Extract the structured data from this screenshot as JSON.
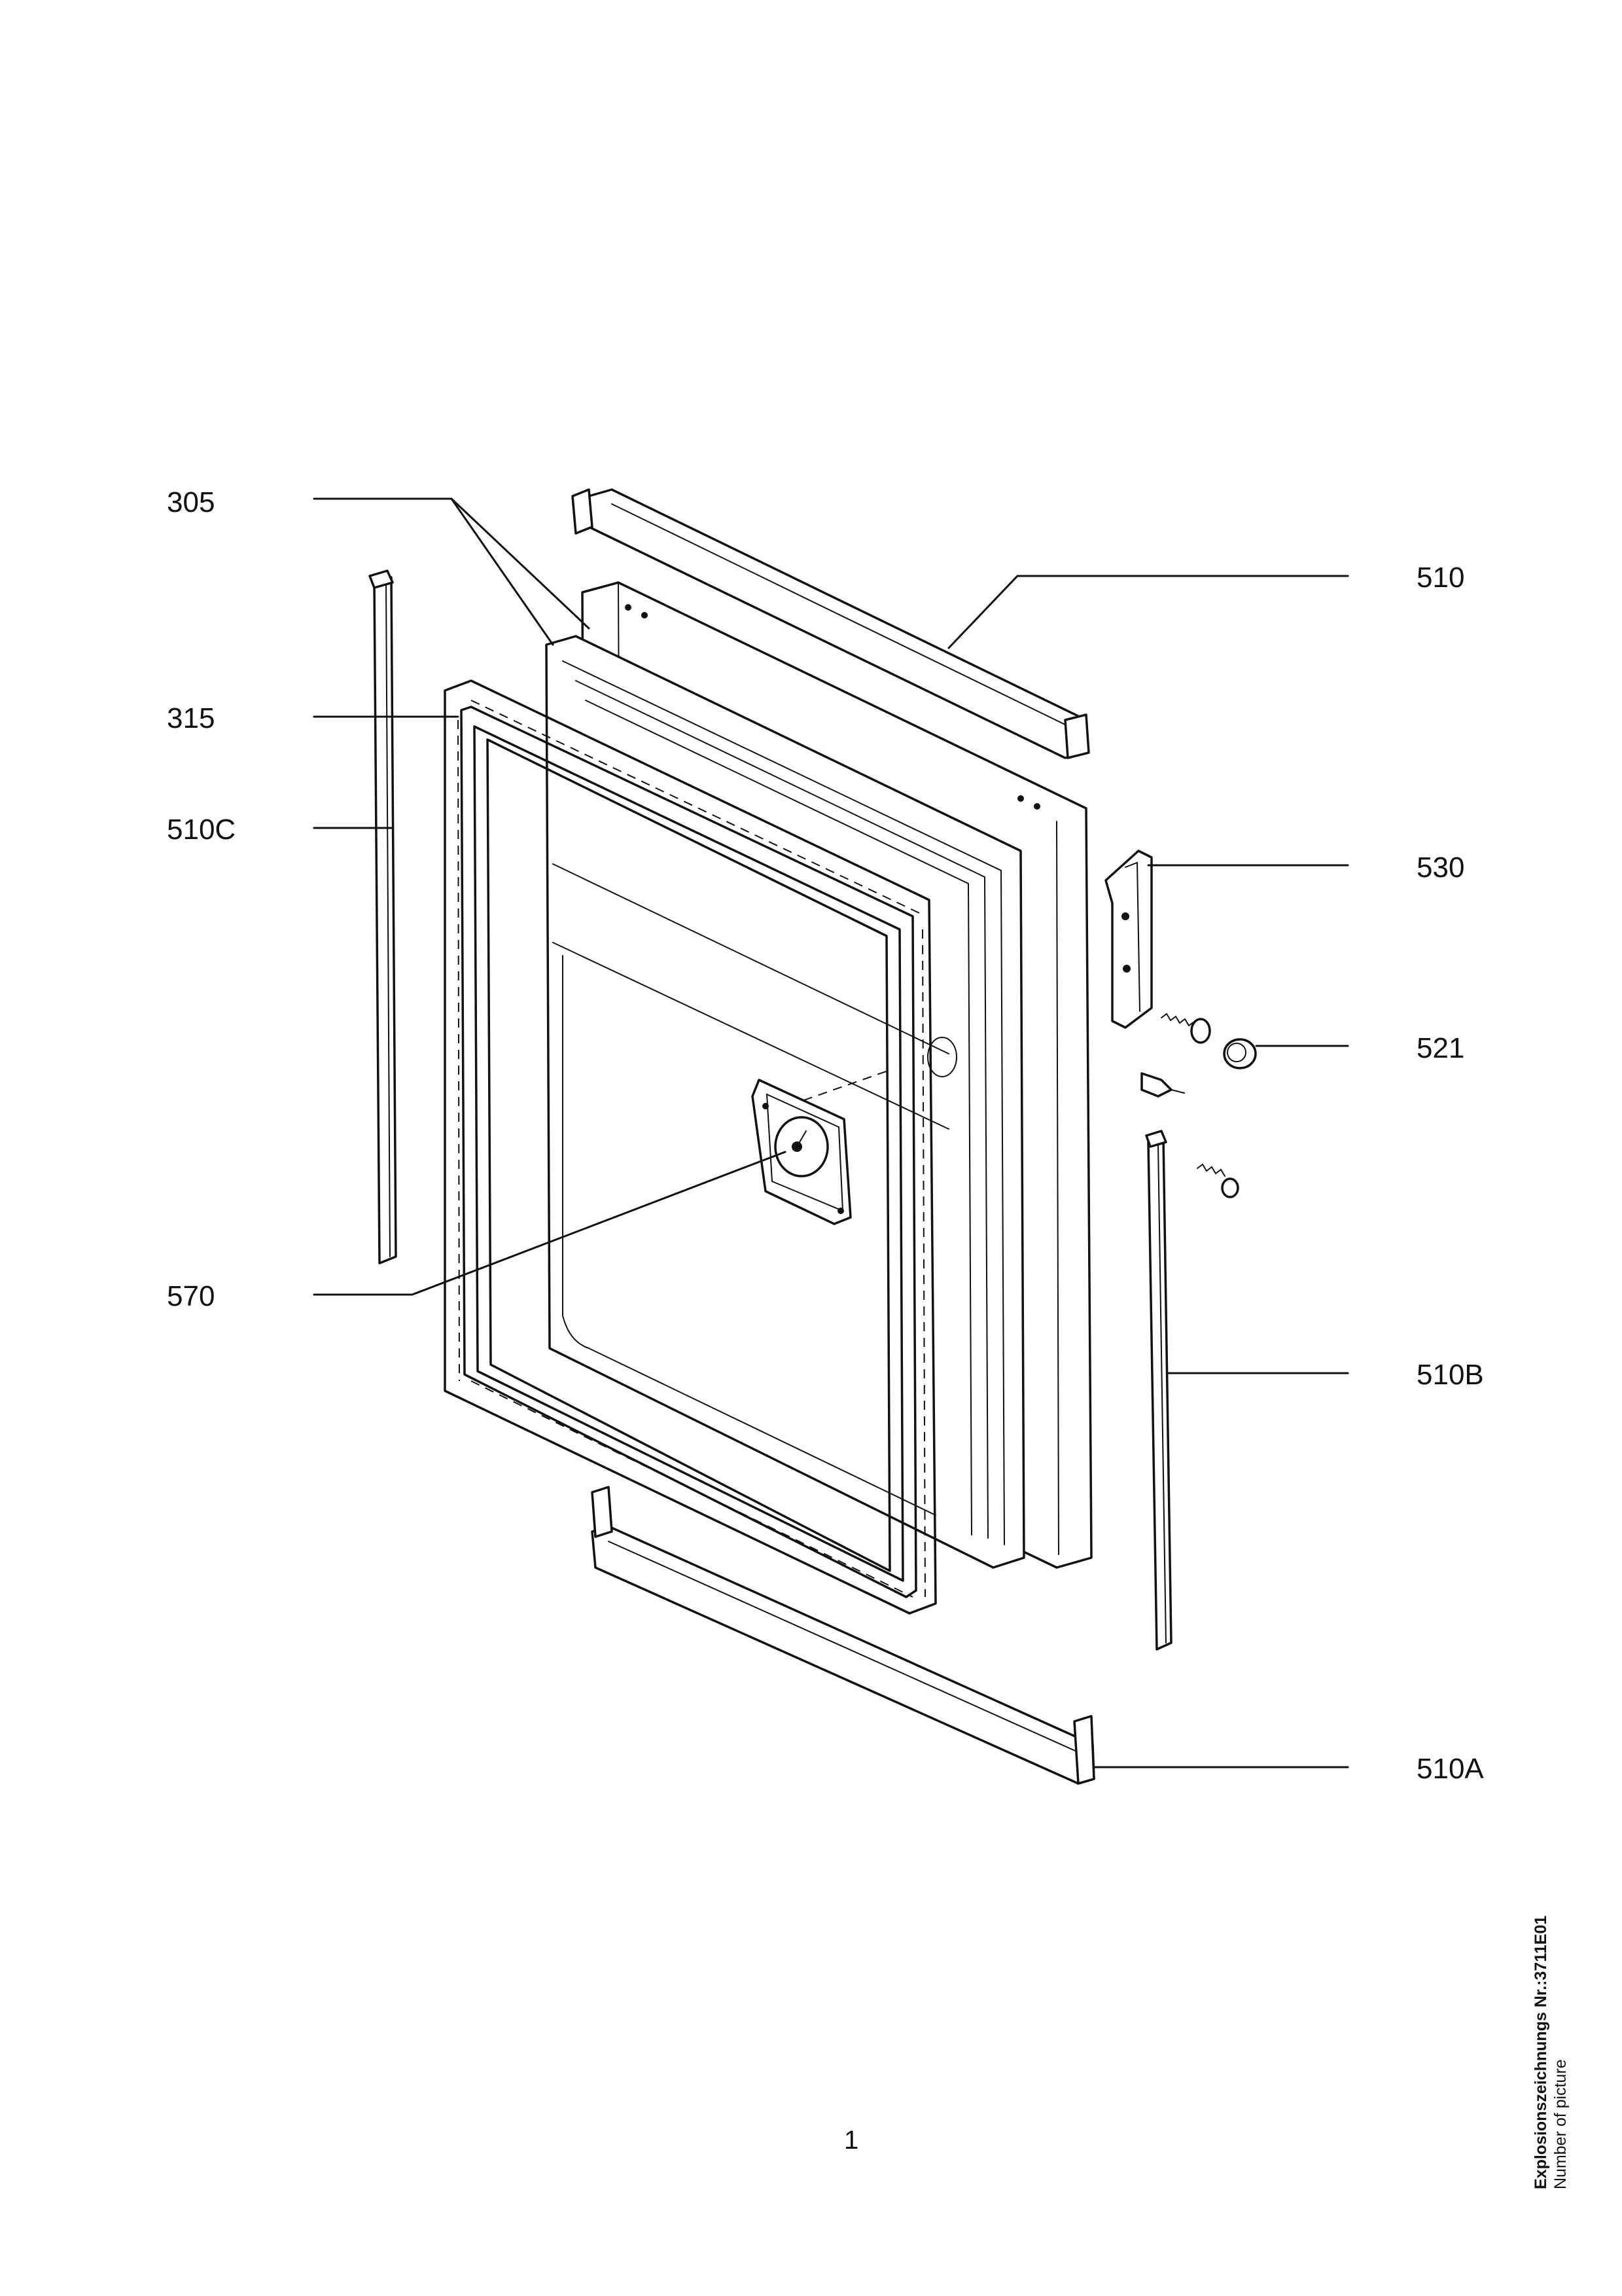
{
  "drawing": {
    "part_labels": {
      "p305": "305",
      "p315": "315",
      "p510C": "510C",
      "p570": "570",
      "p510": "510",
      "p530": "530",
      "p521": "521",
      "p510B": "510B",
      "p510A": "510A"
    },
    "picture_number_label": "Explosionszeichnungs Nr.:3711E01",
    "picture_number_caption": "Number of picture",
    "page_number": "1"
  }
}
